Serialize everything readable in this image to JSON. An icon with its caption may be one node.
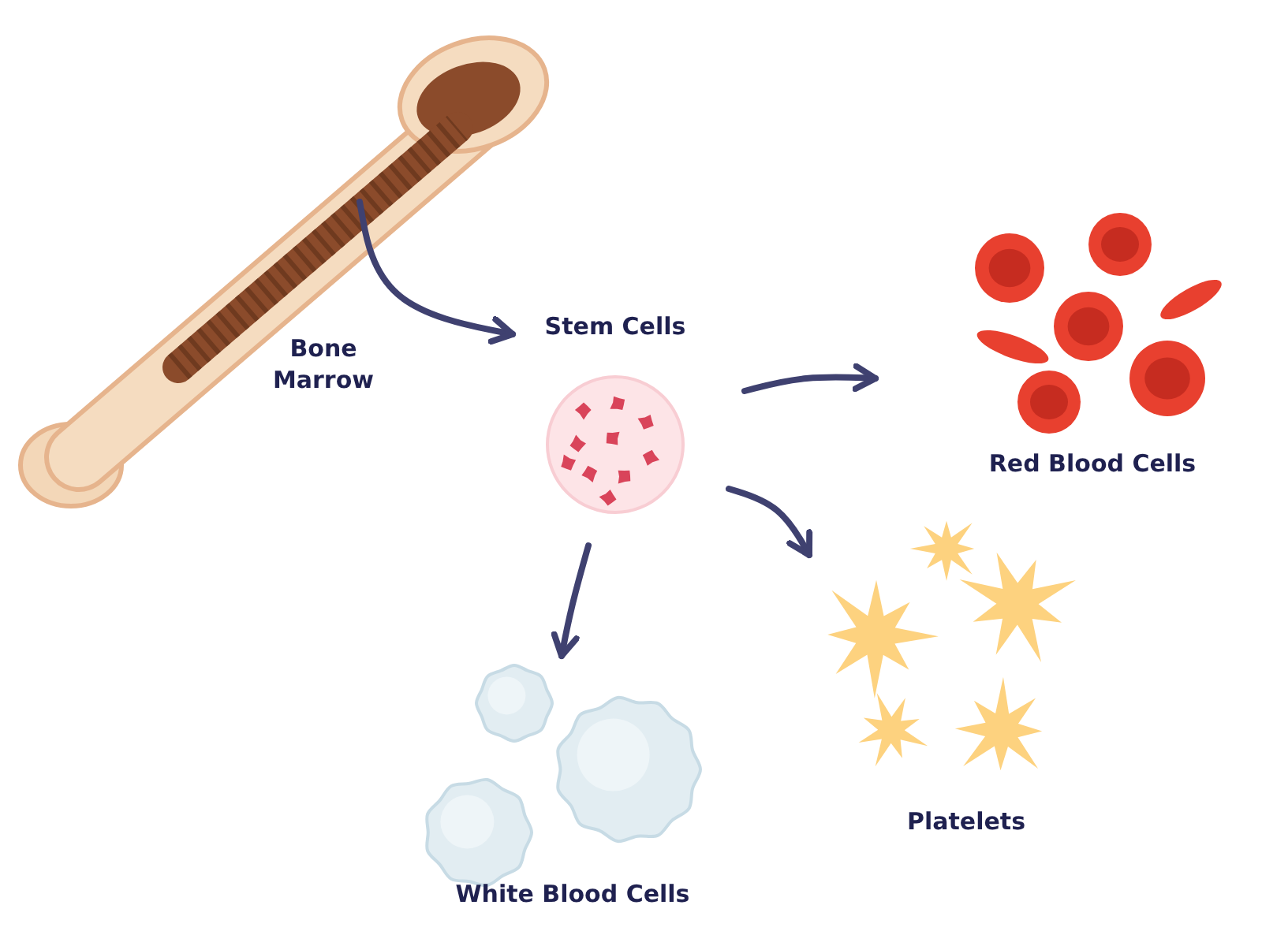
{
  "diagram": {
    "nodes": [
      {
        "text": [
          "Bone Marrow"
        ]
      },
      {
        "text": [
          "Stem Cells"
        ]
      },
      {
        "text": [
          "Red Blood Cells"
        ]
      },
      {
        "text": [
          "Platelets"
        ]
      },
      {
        "text": [
          "White Blood Cells"
        ]
      }
    ],
    "edges": [
      {
        "from": 0,
        "to": 1,
        "arrow": "to"
      },
      {
        "from": 1,
        "to": 2,
        "arrow": "to"
      },
      {
        "from": 1,
        "to": 3,
        "arrow": "to"
      },
      {
        "from": 1,
        "to": 4,
        "arrow": "to"
      }
    ]
  }
}
